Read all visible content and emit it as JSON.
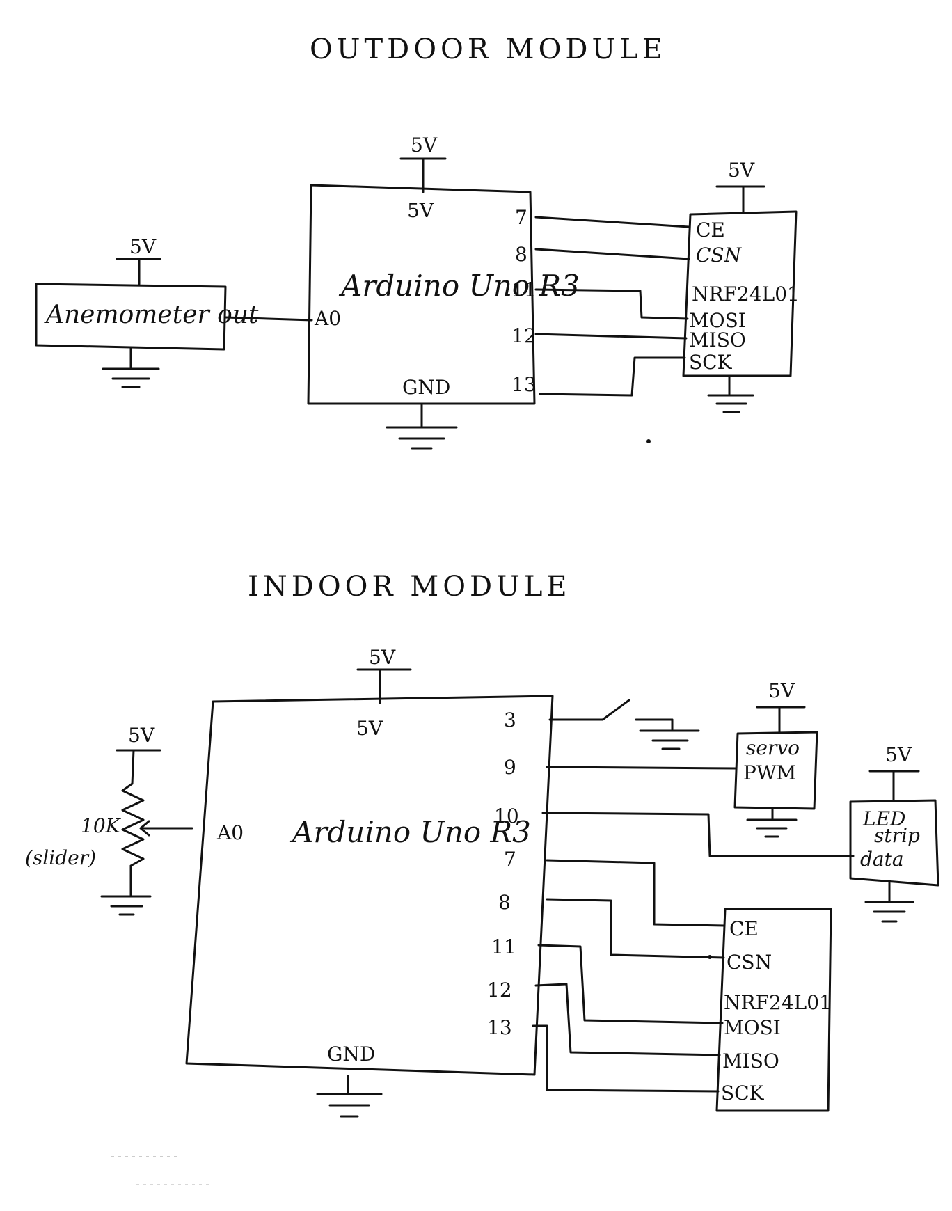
{
  "outdoor": {
    "title": "OUTDOOR MODULE",
    "arduino": {
      "name": "Arduino Uno R3",
      "vcc": "5V",
      "gnd": "GND",
      "a0": "A0",
      "pins": [
        "7",
        "8",
        "11",
        "12",
        "13"
      ]
    },
    "arduino_supply": "5V",
    "anemometer": {
      "label": "Anemometer out",
      "supply": "5V"
    },
    "radio": {
      "supply": "5V",
      "name": "NRF24L01",
      "pins": [
        "CE",
        "CSN",
        "MOSI",
        "MISO",
        "SCK"
      ]
    }
  },
  "indoor": {
    "title": "INDOOR MODULE",
    "arduino": {
      "name": "Arduino Uno R3",
      "vcc": "5V",
      "gnd": "GND",
      "a0": "A0",
      "pins": [
        "3",
        "9",
        "10",
        "7",
        "8",
        "11",
        "12",
        "13"
      ]
    },
    "arduino_supply": "5V",
    "pot": {
      "supply": "5V",
      "value": "10K",
      "note": "(slider)"
    },
    "servo": {
      "supply": "5V",
      "name": "servo",
      "pin": "PWM"
    },
    "led": {
      "supply": "5V",
      "name": "LED",
      "name2": "strip",
      "pin": "data"
    },
    "radio": {
      "name": "NRF24L01",
      "pins": [
        "CE",
        "CSN",
        "MOSI",
        "MISO",
        "SCK"
      ]
    }
  }
}
